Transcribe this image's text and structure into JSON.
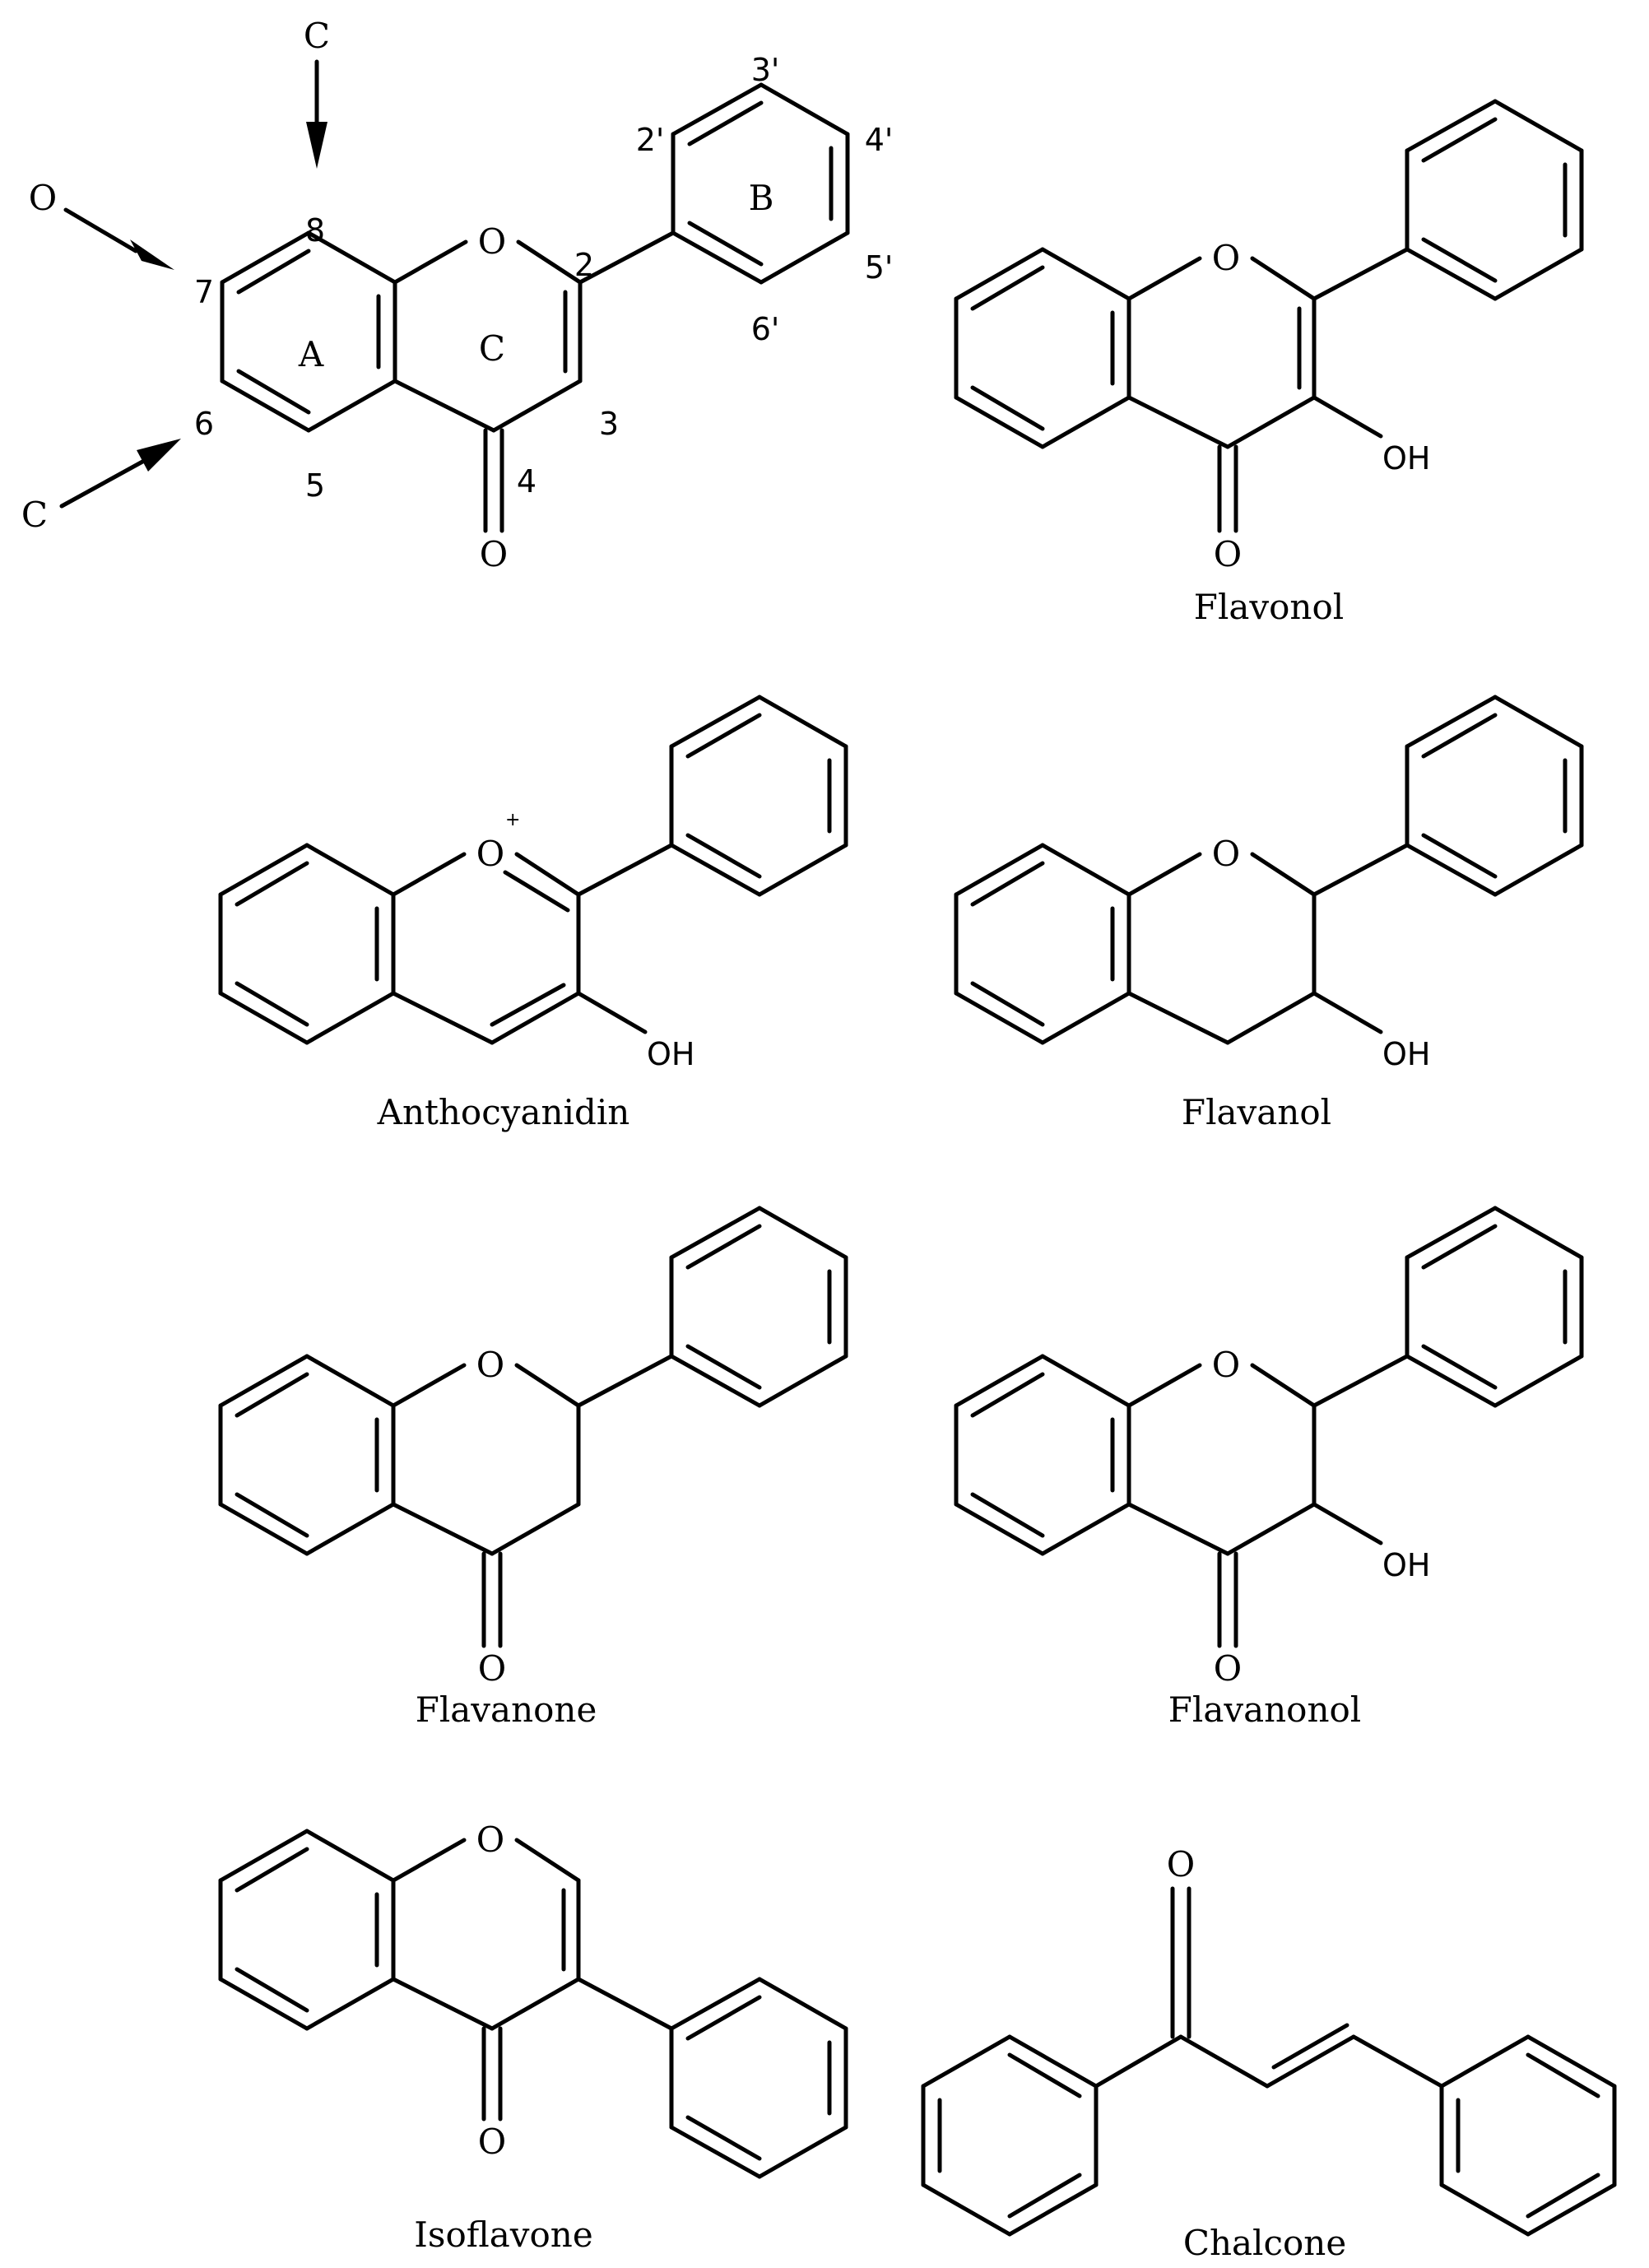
{
  "labels": {
    "oxygen": "O",
    "hydroxyl": "OH",
    "plus": "+",
    "arrow_c_top": "C",
    "arrow_o_left": "O",
    "arrow_c_bottom": "C",
    "ring_a": "A",
    "ring_b": "B",
    "ring_c": "C"
  },
  "numbering": {
    "p2": "2",
    "p3": "3",
    "p4": "4",
    "p5": "5",
    "p6": "6",
    "p7": "7",
    "p8": "8",
    "p2p": "2'",
    "p3p": "3'",
    "p4p": "4'",
    "p5p": "5'",
    "p6p": "6'"
  },
  "names": {
    "flavonol": "Flavonol",
    "anthocyanidin": "Anthocyanidin",
    "flavanol": "Flavanol",
    "flavanone": "Flavanone",
    "flavanonol": "Flavanonol",
    "isoflavone": "Isoflavone",
    "chalcone": "Chalcone"
  }
}
